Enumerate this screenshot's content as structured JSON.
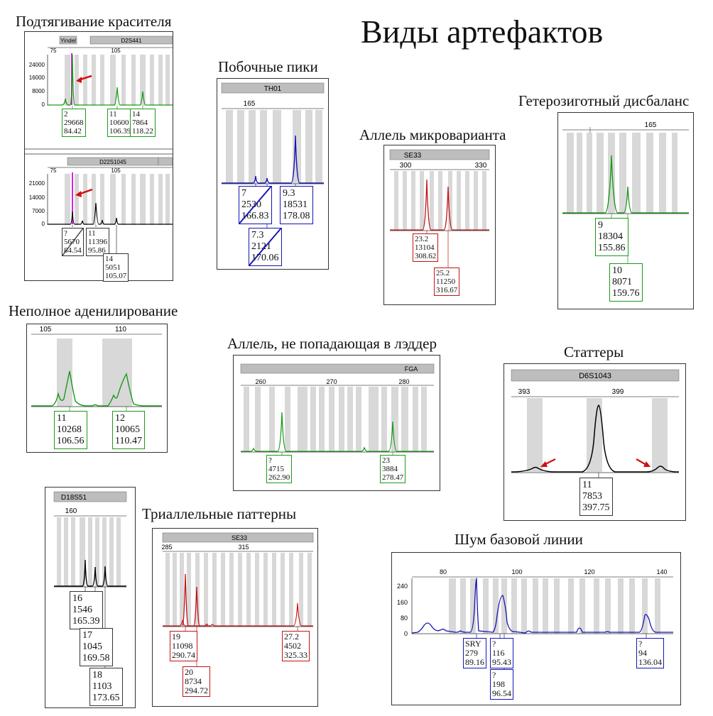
{
  "page_title": "Виды артефактов",
  "colors": {
    "green": "#1a9a1a",
    "blue": "#1414b4",
    "red": "#c41414",
    "black": "#000000",
    "magenta": "#e020e0",
    "arrow": "#d01010",
    "bin": "#d8d8d8",
    "header": "#bdbdbd"
  },
  "panels": [
    {
      "title": "Подтягивание красителя",
      "subplots": [
        {
          "header_text": "D2S441",
          "header_tag": "Yindel",
          "x_ticks": [
            "75",
            "105"
          ],
          "y_ticks": [
            "24000",
            "16000",
            "8000",
            "0"
          ],
          "labels": [
            {
              "lines": [
                "2",
                "29668",
                "84.42"
              ],
              "color": "#1a9a1a"
            },
            {
              "lines": [
                "11",
                "10600",
                "106.39"
              ],
              "color": "#1a9a1a"
            },
            {
              "lines": [
                "14",
                "7864",
                "118.22"
              ],
              "color": "#1a9a1a"
            }
          ]
        },
        {
          "header_text": "D22S1045",
          "x_ticks": [
            "75",
            "105"
          ],
          "y_ticks": [
            "21000",
            "14000",
            "7000",
            "0"
          ],
          "labels": [
            {
              "lines": [
                "?",
                "5670",
                "84.54"
              ],
              "color": "#333333",
              "struck": true
            },
            {
              "lines": [
                "11",
                "11396",
                "95.86"
              ],
              "color": "#333333"
            },
            {
              "lines": [
                "14",
                "5051",
                "105.07"
              ],
              "color": "#333333"
            }
          ]
        }
      ]
    },
    {
      "title": "Побочные пики",
      "header_text": "TH01",
      "x_ticks": [
        "165"
      ],
      "labels": [
        {
          "lines": [
            "7",
            "2530",
            "166.83"
          ],
          "color": "#1414b4",
          "struck": true
        },
        {
          "lines": [
            "9.3",
            "18531",
            "178.08"
          ],
          "color": "#1414b4"
        },
        {
          "lines": [
            "7.3",
            "2121",
            "170.06"
          ],
          "color": "#1414b4",
          "struck": true
        }
      ]
    },
    {
      "title": "Аллель микроварианта",
      "header_text": "SE33",
      "x_ticks": [
        "300",
        "330"
      ],
      "labels": [
        {
          "lines": [
            "23.2",
            "13104",
            "308.62"
          ],
          "color": "#c41414"
        },
        {
          "lines": [
            "25.2",
            "11250",
            "316.67"
          ],
          "color": "#c41414"
        }
      ]
    },
    {
      "title": "Гетерозиготный дисбаланс",
      "x_ticks": [
        "165"
      ],
      "labels": [
        {
          "lines": [
            "9",
            "18304",
            "155.86"
          ],
          "color": "#1a9a1a"
        },
        {
          "lines": [
            "10",
            "8071",
            "159.76"
          ],
          "color": "#1a9a1a"
        }
      ]
    },
    {
      "title": "Неполное аденилирование",
      "x_ticks": [
        "105",
        "110"
      ],
      "labels": [
        {
          "lines": [
            "11",
            "10268",
            "106.56"
          ],
          "color": "#1a9a1a"
        },
        {
          "lines": [
            "12",
            "10065",
            "110.47"
          ],
          "color": "#1a9a1a"
        }
      ]
    },
    {
      "title": "Аллель, не попадающая в лэддер",
      "header_text": "FGA",
      "x_ticks": [
        "260",
        "270",
        "280"
      ],
      "labels": [
        {
          "lines": [
            "?",
            "4715",
            "262.90"
          ],
          "color": "#1a9a1a"
        },
        {
          "lines": [
            "23",
            "3884",
            "278.47"
          ],
          "color": "#1a9a1a"
        }
      ]
    },
    {
      "title": "Статтеры",
      "header_text": "D6S1043",
      "x_ticks": [
        "393",
        "399"
      ],
      "labels": [
        {
          "lines": [
            "11",
            "7853",
            "397.75"
          ],
          "color": "#333333"
        }
      ]
    },
    {
      "header_text": "D18S51",
      "x_ticks": [
        "160"
      ],
      "labels": [
        {
          "lines": [
            "16",
            "1546",
            "165.39"
          ],
          "color": "#333333"
        },
        {
          "lines": [
            "17",
            "1045",
            "169.58"
          ],
          "color": "#333333"
        },
        {
          "lines": [
            "18",
            "1103",
            "173.65"
          ],
          "color": "#333333"
        }
      ]
    },
    {
      "title": "Триаллельные паттерны",
      "header_text": "SE33",
      "x_ticks": [
        "285",
        "315"
      ],
      "labels": [
        {
          "lines": [
            "19",
            "11098",
            "290.74"
          ],
          "color": "#c41414"
        },
        {
          "lines": [
            "20",
            "8734",
            "294.72"
          ],
          "color": "#c41414"
        },
        {
          "lines": [
            "27.2",
            "4502",
            "325.33"
          ],
          "color": "#c41414"
        }
      ]
    },
    {
      "title": "Шум базовой линии",
      "x_ticks": [
        "80",
        "100",
        "120",
        "140"
      ],
      "y_ticks": [
        "240",
        "160",
        "80",
        "0"
      ],
      "labels": [
        {
          "lines": [
            "SRY",
            "279",
            "89.16"
          ],
          "color": "#1414b4"
        },
        {
          "lines": [
            "?",
            "116",
            "95.43"
          ],
          "color": "#1414b4"
        },
        {
          "lines": [
            "?",
            "198",
            "96.54"
          ],
          "color": "#1414b4"
        },
        {
          "lines": [
            "?",
            "94",
            "136.04"
          ],
          "color": "#1414b4"
        }
      ]
    }
  ]
}
